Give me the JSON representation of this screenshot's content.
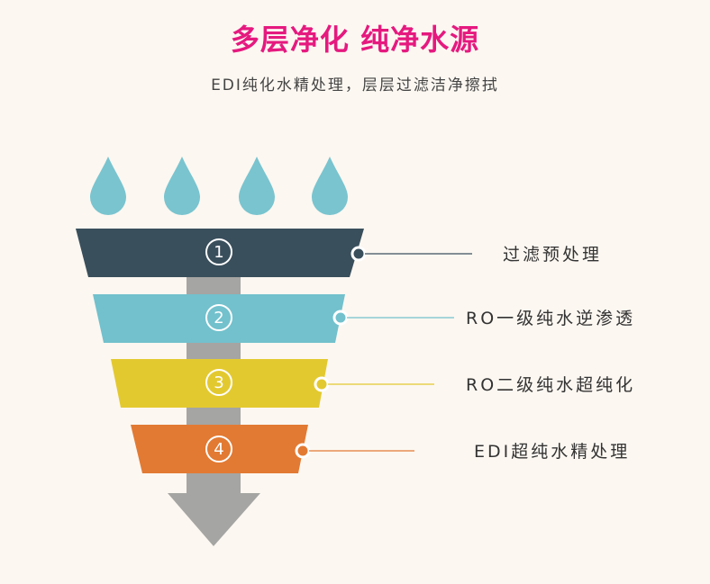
{
  "title": "多层净化 纯净水源",
  "subtitle": "EDI纯化水精处理，层层过滤洁净擦拭",
  "colors": {
    "title": "#e5197f",
    "drop": "#79c4cf",
    "arrow": "#a5a5a3"
  },
  "drops": [
    "water-drop-icon",
    "water-drop-icon",
    "water-drop-icon",
    "water-drop-icon"
  ],
  "stages": [
    {
      "number": "1",
      "label": "过滤预处理",
      "color": "#3a4f5c"
    },
    {
      "number": "2",
      "label": "RO一级纯水逆渗透",
      "color": "#72c1cd"
    },
    {
      "number": "3",
      "label": "RO二级纯水超纯化",
      "color": "#e3c930"
    },
    {
      "number": "4",
      "label": "EDI超纯水精处理",
      "color": "#e27a33"
    }
  ]
}
